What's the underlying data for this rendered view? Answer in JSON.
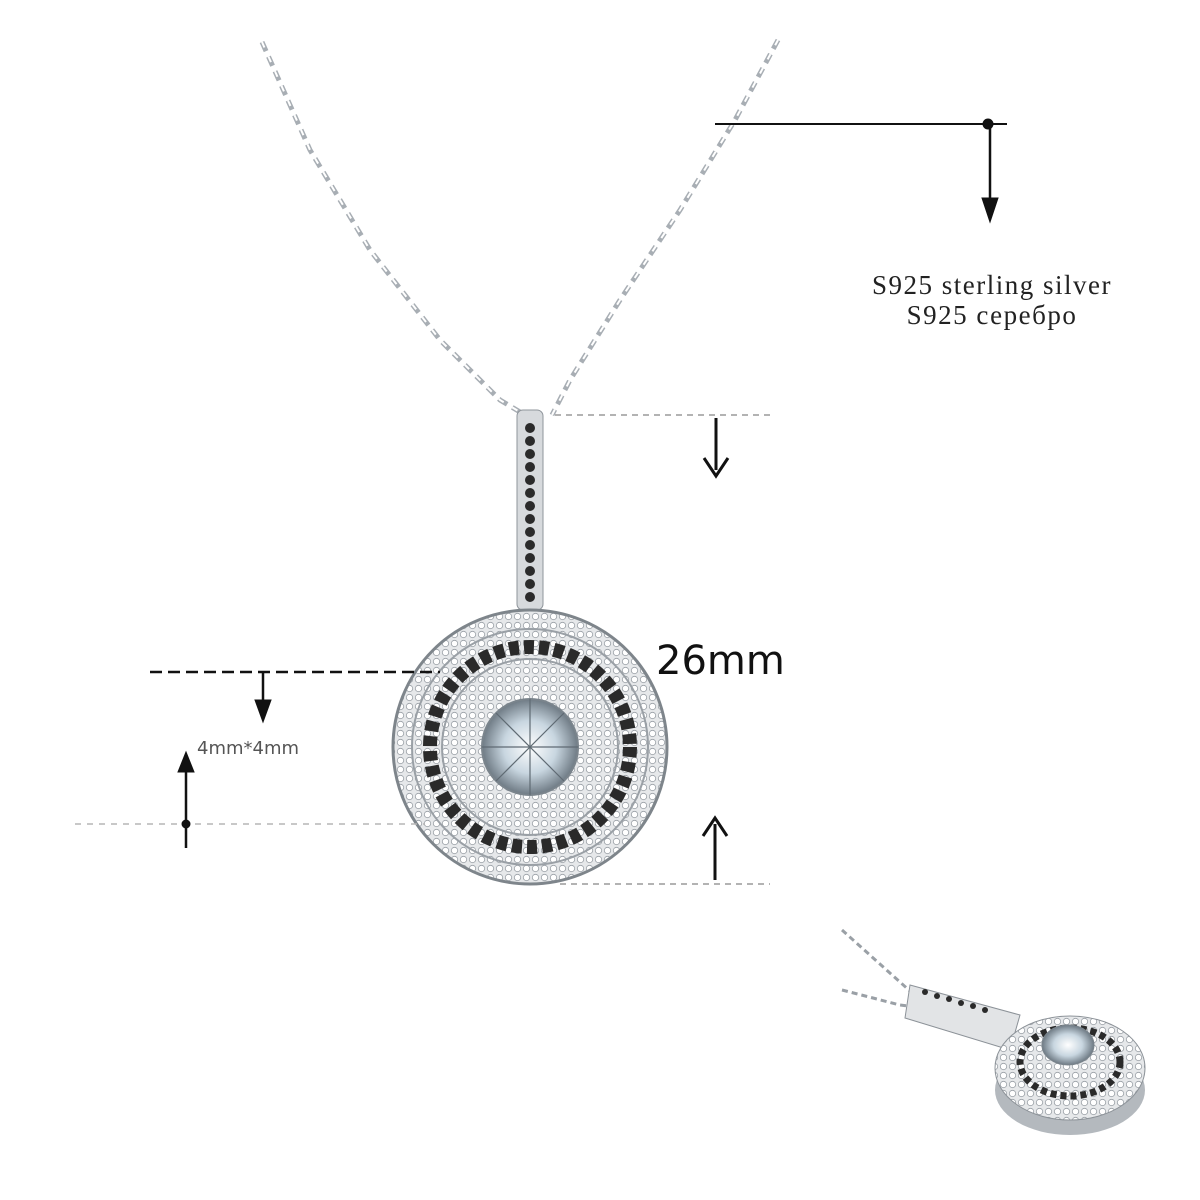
{
  "product": {
    "type": "pendant necklace",
    "material_label": {
      "line1": "S925 sterling silver",
      "line2": "S925 серебро"
    },
    "dimensions": {
      "pendant_length": "26mm",
      "center_stone": "4mm*4mm"
    }
  },
  "colors": {
    "background": "#ffffff",
    "silver": "#c9ccd0",
    "black_stones": "#2a2a2a",
    "annotation": "#111111",
    "dashed_line": "#9a9a9a"
  }
}
